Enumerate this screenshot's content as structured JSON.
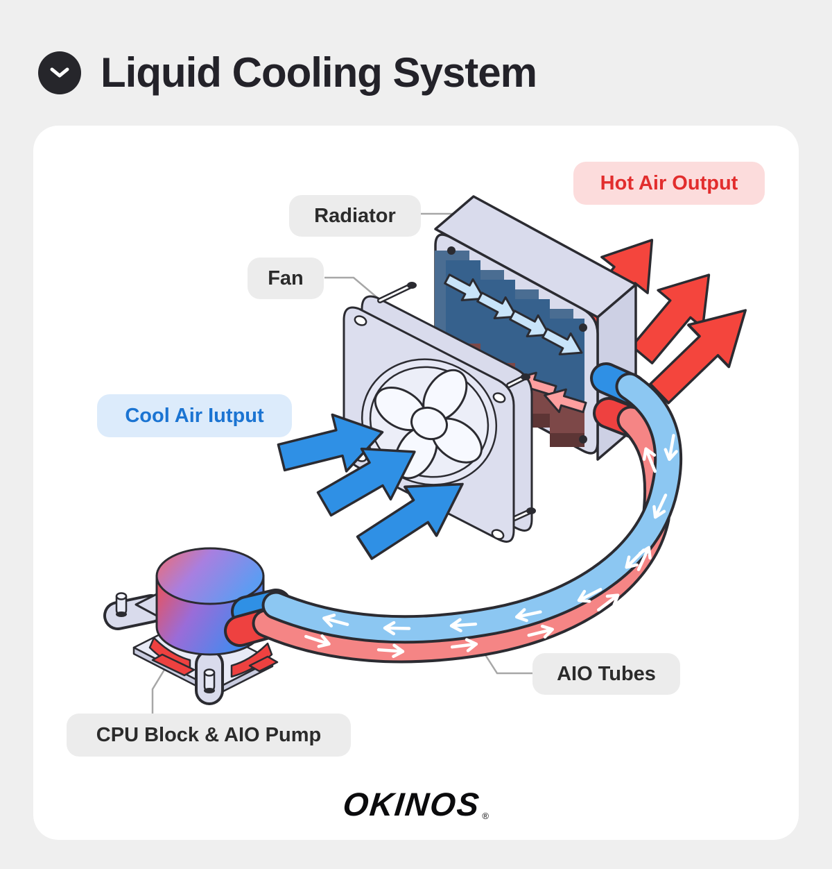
{
  "header": {
    "title": "Liquid Cooling System",
    "collapse_icon": "chevron-down"
  },
  "diagram": {
    "labels": {
      "hot_air": "Hot Air Output",
      "radiator": "Radiator",
      "fan": "Fan",
      "cool_air": "Cool Air Iutput",
      "aio_tubes": "AIO Tubes",
      "cpu_block": "CPU Block & AIO Pump"
    },
    "colors": {
      "hot_text": "#e22d2d",
      "hot_label_bg": "#fcdcdc",
      "cool_text": "#1b74d2",
      "cool_label_bg": "#dcebfb",
      "label_bg": "#ececec",
      "label_text": "#2b2b2b",
      "hot_arrow": "#f4453d",
      "cool_arrow": "#2f90e5",
      "hot_tube": "#f58585",
      "cool_tube": "#8cc7f2",
      "panel": "#d9dbec",
      "outline": "#2b2b31"
    }
  },
  "brand": {
    "name": "OKINOS",
    "registered_mark": "®"
  }
}
